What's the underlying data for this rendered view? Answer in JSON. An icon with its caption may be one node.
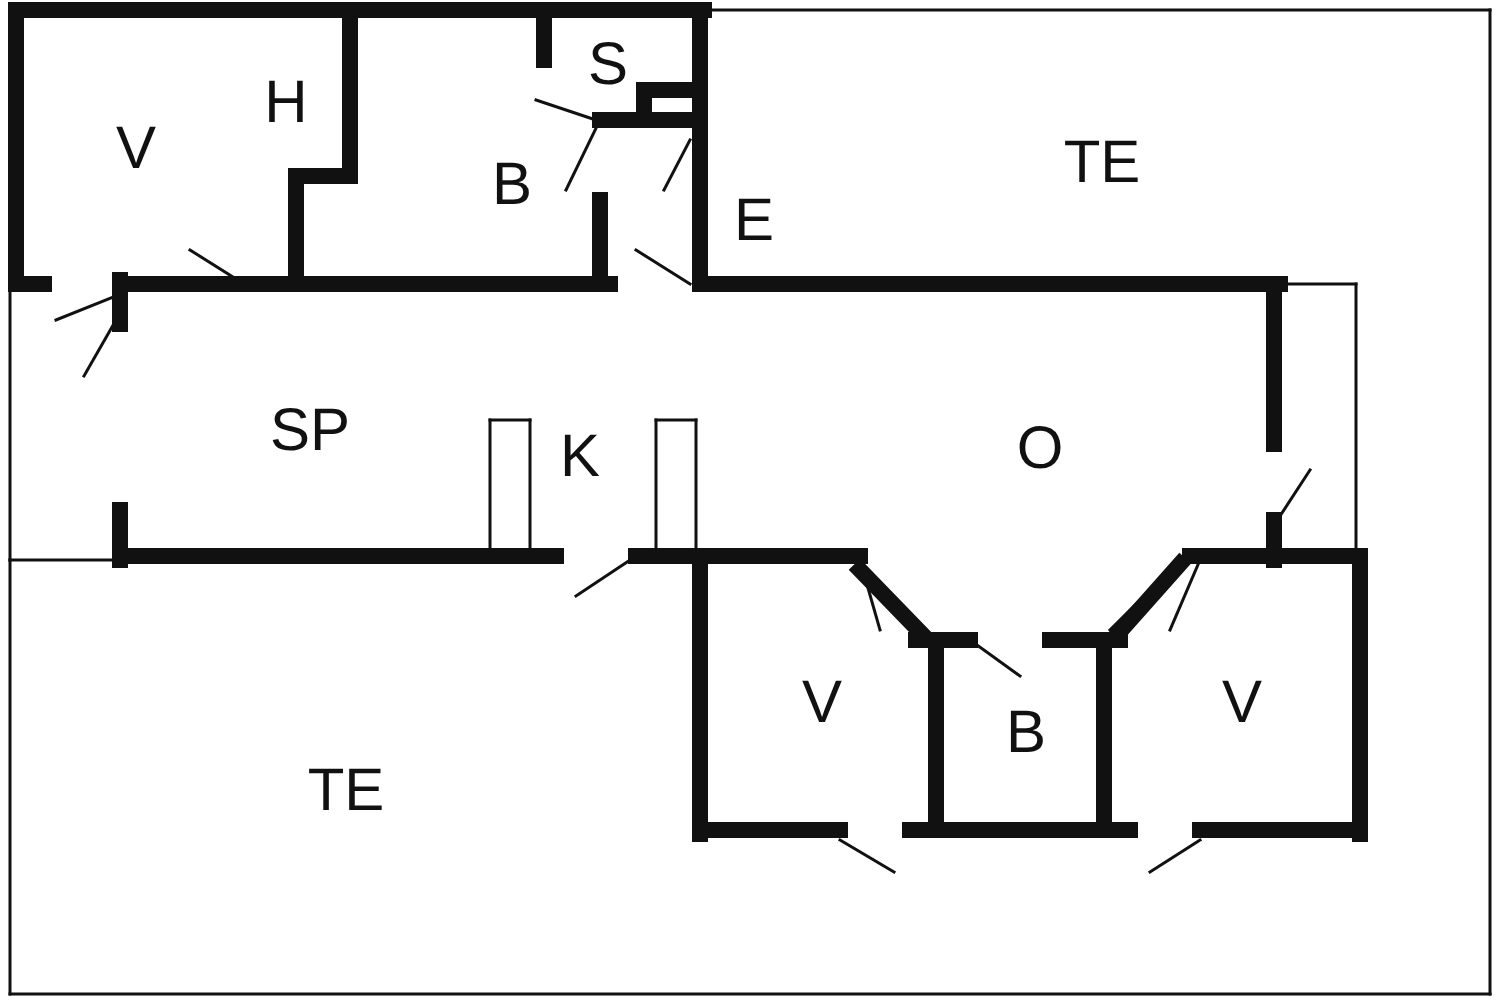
{
  "diagram": {
    "labels": [
      "V",
      "H",
      "S",
      "B",
      "TE",
      "E",
      "SP",
      "K",
      "O",
      "V",
      "B",
      "V",
      "TE"
    ]
  }
}
